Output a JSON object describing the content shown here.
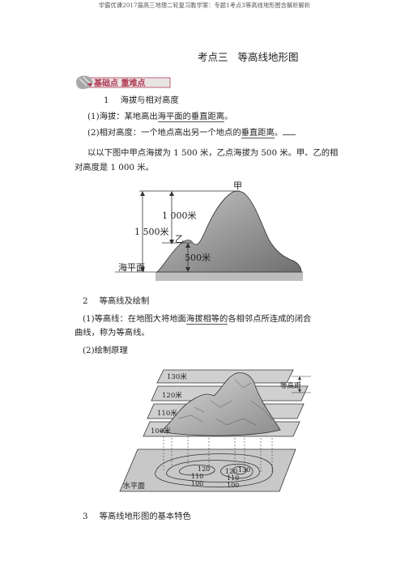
{
  "header": "学霸优课2017届高三地理二轮复习教学案：专题1考点3等高线地形图含解析解析",
  "title": {
    "left": "考点三",
    "right": "等高线地形图"
  },
  "badge": {
    "label": "基础点 重难点"
  },
  "section1": {
    "heading_num": "1",
    "heading": "海拔与相对高度",
    "item1_prefix": "(1)海拔：某地高出",
    "item1_ul": "海平面的垂直距离",
    "item1_suffix": "。",
    "item2_prefix": "(2)相对高度：一个地点高出另一个地点的",
    "item2_ul": "垂直距离",
    "item2_suffix": "。",
    "example_line1": "以以下图中甲点海拔为 1 500 米，乙点海拔为 500 米。甲、乙的相",
    "example_line2": "对高度是 1 000 米。"
  },
  "figure1": {
    "label_jia": "甲",
    "label_yi": "乙",
    "label_1000": "1 000米",
    "label_1500": "1 500米",
    "label_500": "500米",
    "label_sea": "海平面"
  },
  "section2": {
    "heading_num": "2",
    "heading": "等高线及绘制",
    "item1_line1_prefix": "(1)等高线：在地图大将地面",
    "item1_line1_ul": "海拔相等的",
    "item1_line1_suffix": "各相邻点所连成的闭合",
    "item1_line2": "曲线，称为等高线。",
    "item2": "(2)绘制原理"
  },
  "figure2": {
    "plane_labels": [
      "130米",
      "120米",
      "110米",
      "100米"
    ],
    "interval_label": "等高距",
    "base_label": "水平面",
    "contour_left": [
      "120",
      "110",
      "100"
    ],
    "contour_right": [
      "120",
      "130",
      "110",
      "100"
    ]
  },
  "section3": {
    "heading_num": "3",
    "heading": "等高线地形图的基本特色"
  }
}
